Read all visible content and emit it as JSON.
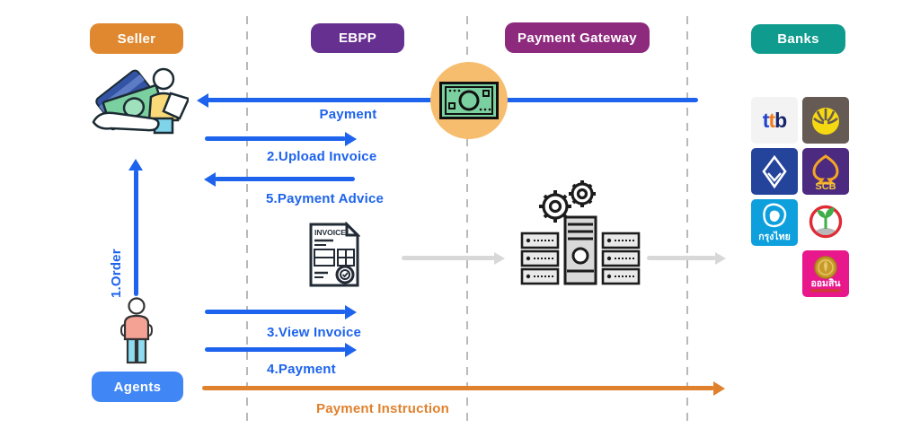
{
  "lanes": {
    "seller": {
      "label": "Seller",
      "color": "#e0882f"
    },
    "ebpp": {
      "label": "EBPP",
      "color": "#663090"
    },
    "gateway": {
      "label": "Payment Gateway",
      "color": "#8e2a7e"
    },
    "banks": {
      "label": "Banks",
      "color": "#0f9b8e"
    },
    "agents": {
      "label": "Agents",
      "color": "#4186f5"
    }
  },
  "flows": {
    "payment": {
      "label": "Payment",
      "direction": "left",
      "color": "#1d63ed"
    },
    "upload_invoice": {
      "label": "2.Upload Invoice",
      "direction": "right",
      "color": "#1d63ed"
    },
    "payment_advice": {
      "label": "5.Payment Advice",
      "direction": "left",
      "color": "#1d63ed"
    },
    "order": {
      "label": "1.Order",
      "direction": "up",
      "color": "#1d63ed"
    },
    "view_invoice": {
      "label": "3.View Invoice",
      "direction": "right",
      "color": "#1d63ed"
    },
    "payment_4": {
      "label": "4.Payment",
      "direction": "right",
      "color": "#1d63ed"
    },
    "payment_instruction": {
      "label": "Payment Instruction",
      "direction": "right",
      "color": "#e0812d"
    },
    "invoice_to_gateway": {
      "label": "",
      "direction": "right",
      "color": "#d8d8d8"
    },
    "gateway_to_banks": {
      "label": "",
      "direction": "right",
      "color": "#d8d8d8"
    }
  },
  "invoice": {
    "header": "INVOICE"
  },
  "icons": {
    "seller": "seller-with-money-icon",
    "banknote": "banknote-icon",
    "invoice": "invoice-document-icon",
    "gateway_servers": "servers-with-gears-icon",
    "agent": "agent-person-icon"
  },
  "banks": {
    "ttb": {
      "letters": [
        "t",
        "t",
        "b"
      ]
    },
    "krungsri": {
      "logo": "krungsri-lotus-logo"
    },
    "bbl": {
      "logo": "bangkok-bank-lotus-logo"
    },
    "scb": {
      "label": "SCB",
      "logo": "scb-emblem-logo"
    },
    "ktb": {
      "label": "กรุงไทย",
      "logo": "krungthai-bird-logo"
    },
    "kbank": {
      "logo": "kasikorn-sprout-logo"
    },
    "gsb": {
      "label": "ออมสิน",
      "logo": "gsb-emblem-logo"
    }
  }
}
